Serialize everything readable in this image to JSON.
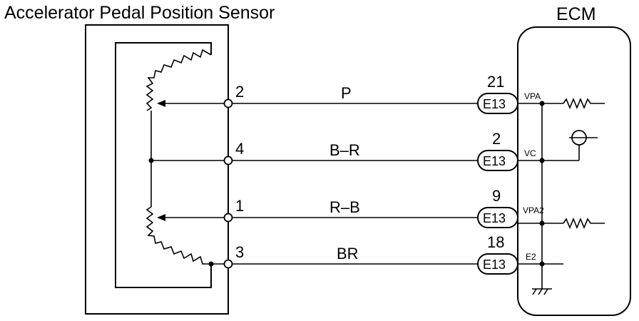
{
  "sensor": {
    "title": "Accelerator Pedal Position Sensor"
  },
  "ecm": {
    "title": "ECM"
  },
  "circuits": [
    {
      "sensor_pin": "2",
      "wire_color": "P",
      "ecm_pin": "21",
      "connector": "E13",
      "terminal": "VPA"
    },
    {
      "sensor_pin": "4",
      "wire_color": "B–R",
      "ecm_pin": "2",
      "connector": "E13",
      "terminal": "VC"
    },
    {
      "sensor_pin": "1",
      "wire_color": "R–B",
      "ecm_pin": "9",
      "connector": "E13",
      "terminal": "VPA2"
    },
    {
      "sensor_pin": "3",
      "wire_color": "BR",
      "ecm_pin": "18",
      "connector": "E13",
      "terminal": "E2"
    }
  ]
}
